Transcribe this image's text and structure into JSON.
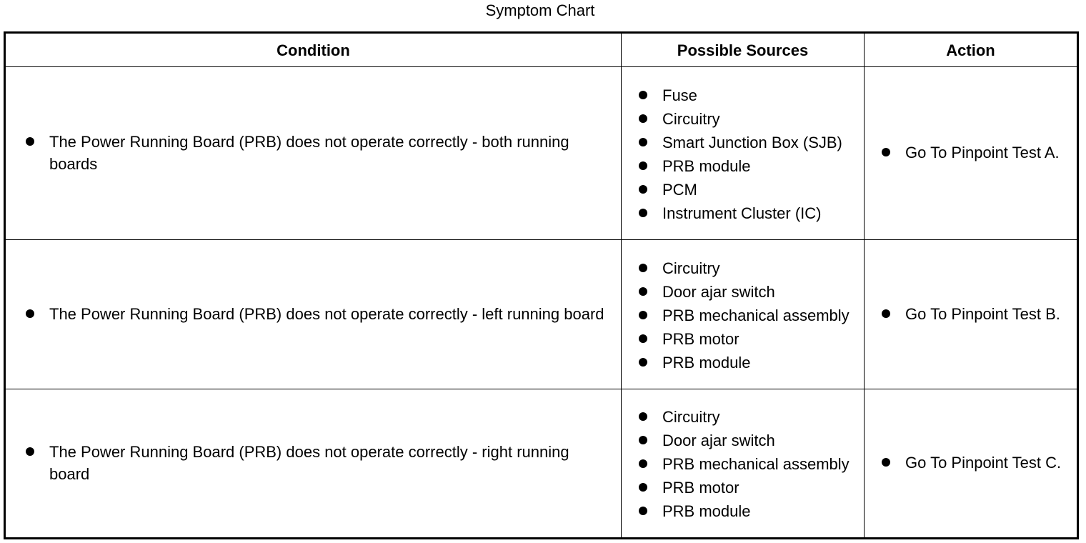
{
  "title": "Symptom Chart",
  "headers": {
    "condition": "Condition",
    "sources": "Possible Sources",
    "action": "Action"
  },
  "rows": [
    {
      "condition": "The Power Running Board (PRB) does not operate correctly - both running boards",
      "sources": [
        "Fuse",
        "Circuitry",
        "Smart Junction Box (SJB)",
        "PRB module",
        "PCM",
        "Instrument Cluster (IC)"
      ],
      "action": "Go To Pinpoint Test A."
    },
    {
      "condition": "The Power Running Board (PRB) does not operate correctly - left running board",
      "sources": [
        "Circuitry",
        "Door ajar switch",
        "PRB mechanical assembly",
        "PRB motor",
        "PRB module"
      ],
      "action": "Go To Pinpoint Test B."
    },
    {
      "condition": "The Power Running Board (PRB) does not operate correctly - right running board",
      "sources": [
        "Circuitry",
        "Door ajar switch",
        "PRB mechanical assembly",
        "PRB motor",
        "PRB module"
      ],
      "action": "Go To Pinpoint Test C."
    }
  ]
}
